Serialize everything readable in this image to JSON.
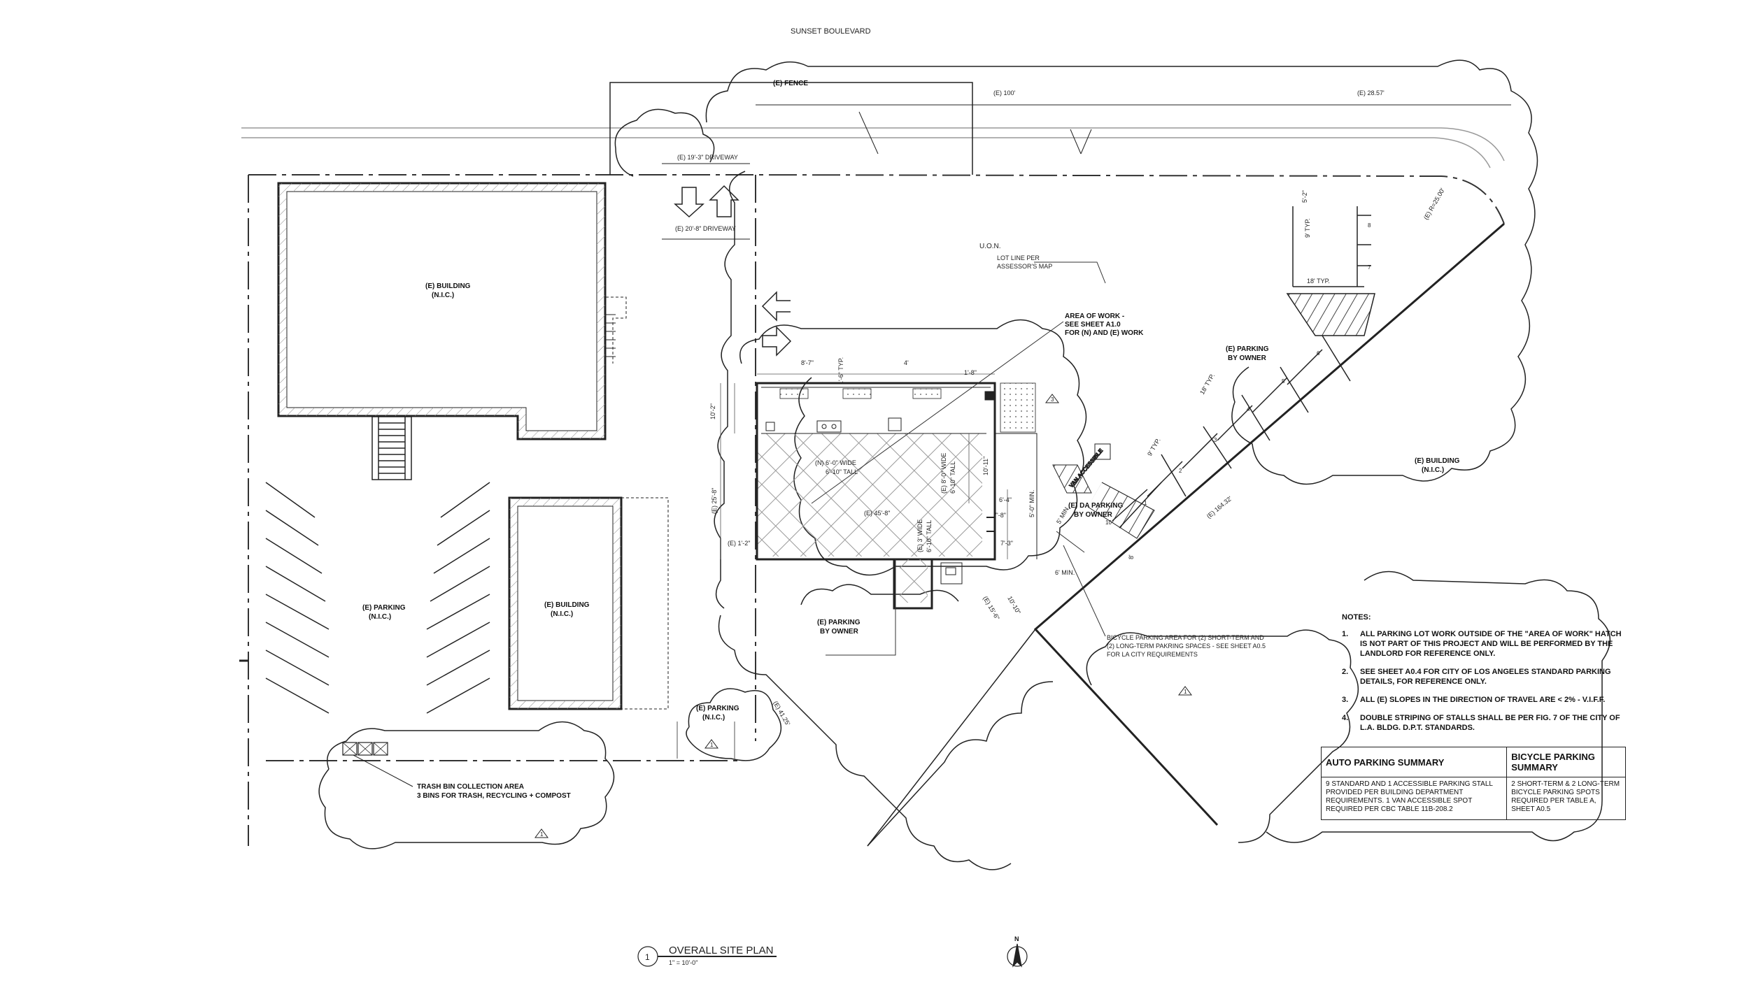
{
  "street": "SUNSET BOULEVARD",
  "sheet_title": {
    "number": "1",
    "title": "OVERALL SITE PLAN",
    "scale": "1\" = 10'-0\"",
    "north_label": "N"
  },
  "labels": {
    "fence": "(E) FENCE",
    "dim_100": "(E) 100'",
    "dim_2857": "(E) 28.57'",
    "driveway_1": "(E) 19'-3\" DRIVEWAY",
    "driveway_2": "(E) 20'-8\" DRIVEWAY",
    "radius": "(E) R=25.00'",
    "uon": "U.O.N.",
    "lot_line_1": "LOT LINE PER",
    "lot_line_2": "ASSESSOR'S MAP",
    "area_work_1": "AREA OF WORK -",
    "area_work_2": "SEE SHEET A1.0",
    "area_work_3": "FOR (N) AND (E) WORK",
    "building_a_1": "(E) BUILDING",
    "building_a_2": "(N.I.C.)",
    "building_b_1": "(E) BUILDING",
    "building_b_2": "(N.I.C.)",
    "building_c_1": "(E) BUILDING",
    "building_c_2": "(N.I.C.)",
    "parking_nic_1": "(E) PARKING",
    "parking_nic_2": "(N.I.C.)",
    "parking_small_1": "(E) PARKING",
    "parking_small_2": "(N.I.C.)",
    "parking_owner_1": "(E) PARKING",
    "parking_owner_2": "BY OWNER",
    "parking_owner_b1": "(E) PARKING",
    "parking_owner_b2": "BY OWNER",
    "da_parking_1": "(E) DA PARKING",
    "da_parking_2": "BY OWNER",
    "dim_4568": "(E) 45'-8\"",
    "dim_258": "(E) 25'-8\"",
    "dim_102": "10'-2\"",
    "dim_112": "(E) 1'-2\"",
    "dim_87": "8'-7\"",
    "dim_16typ": "1'-6\" TYP.",
    "dim_4": "4'",
    "dim_18": "1'-8\"",
    "dim_1011": "10'-11\"",
    "dim_64": "6'-4\"",
    "dim_50min": "5'-0\" MIN.",
    "dim_78": "7'-8\"",
    "dim_73": "7'-3\"",
    "dim_5min": "5' MIN.",
    "dim_6min": "6' MIN.",
    "dim_8": "8'",
    "dim_1010": "10'-10\"",
    "dim_156": "(E) 15'-6\"",
    "dim_4125": "(E) 41.25'",
    "dim_16432": "(E) 164.32'",
    "dim_9typ": "9' TYP.",
    "dim_18typ": "18' TYP.",
    "dim_52": "5'-2\"",
    "dim_18typ_b": "18' TYP.",
    "dim_9typ_b": "9' TYP.",
    "door_n_1": "(N) 6'-0\" WIDE",
    "door_n_2": "6'-10\" TALL",
    "door_e_1": "(E) 8'-0\" WIDE",
    "door_e_2": "6'-10\" TALL",
    "door_e3_1": "(E) 3' WIDE",
    "door_e3_2": "6'-10\" TALL",
    "van_accessible": "VAN ACCESSIBLE",
    "bike_1": "BICYCLE PARKING AREA FOR (2) SHORT-TERM AND",
    "bike_2": "(2) LONG-TERM PAKRING SPACES - SEE SHEET A0.5",
    "bike_3": "FOR LA CITY REQUIREMENTS",
    "trash_1": "TRASH BIN COLLECTION AREA",
    "trash_2": "3 BINS FOR TRASH, RECYCLING + COMPOST",
    "stall_numbers": [
      "1",
      "2",
      "3",
      "4",
      "5",
      "6",
      "7",
      "8",
      "10"
    ],
    "detail_tags": [
      "1",
      "1",
      "1",
      "3"
    ]
  },
  "notes": {
    "header": "NOTES:",
    "items": [
      {
        "num": "1.",
        "text": "ALL PARKING LOT WORK OUTSIDE OF THE \"AREA OF WORK\" HATCH IS NOT PART OF THIS PROJECT AND WILL BE PERFORMED BY THE LANDLORD FOR REFERENCE ONLY."
      },
      {
        "num": "2.",
        "text": "SEE SHEET A0.4 FOR CITY OF LOS ANGELES STANDARD PARKING DETAILS, FOR REFERENCE ONLY."
      },
      {
        "num": "3.",
        "text": "ALL (E) SLOPES IN THE DIRECTION OF TRAVEL ARE < 2% - V.I.F.F."
      },
      {
        "num": "4.",
        "text": "DOUBLE STRIPING OF STALLS SHALL BE PER FIG. 7 OF THE CITY OF L.A. BLDG. D.P.T. STANDARDS."
      }
    ]
  },
  "summary": {
    "auto_header": "AUTO PARKING SUMMARY",
    "bike_header": "BICYCLE PARKING SUMMARY",
    "auto_text": "9 STANDARD AND 1 ACCESSIBLE PARKING STALL PROVIDED PER BUILDING DEPARTMENT REQUIREMENTS. 1 VAN ACCESSIBLE SPOT REQUIRED PER CBC TABLE 11B-208.2",
    "bike_text": "2 SHORT-TERM & 2 LONG-TERM BICYCLE PARKING SPOTS REQUIRED PER TABLE A, SHEET A0.5"
  }
}
